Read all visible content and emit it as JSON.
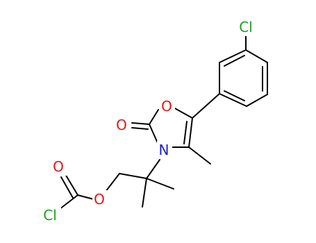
{
  "molecule": {
    "atoms": {
      "cl_top": {
        "text": "Cl",
        "color": "#1ea01e"
      },
      "o_ring": {
        "text": "O",
        "color": "#e01818"
      },
      "o_carbonyl": {
        "text": "O",
        "color": "#e01818"
      },
      "n_ring": {
        "text": "N",
        "color": "#1818e0"
      },
      "o_chloroformate_carbonyl": {
        "text": "O",
        "color": "#e01818"
      },
      "o_ester": {
        "text": "O",
        "color": "#e01818"
      },
      "cl_bottom": {
        "text": "Cl",
        "color": "#1ea01e"
      }
    },
    "bond_color": "#000000"
  }
}
